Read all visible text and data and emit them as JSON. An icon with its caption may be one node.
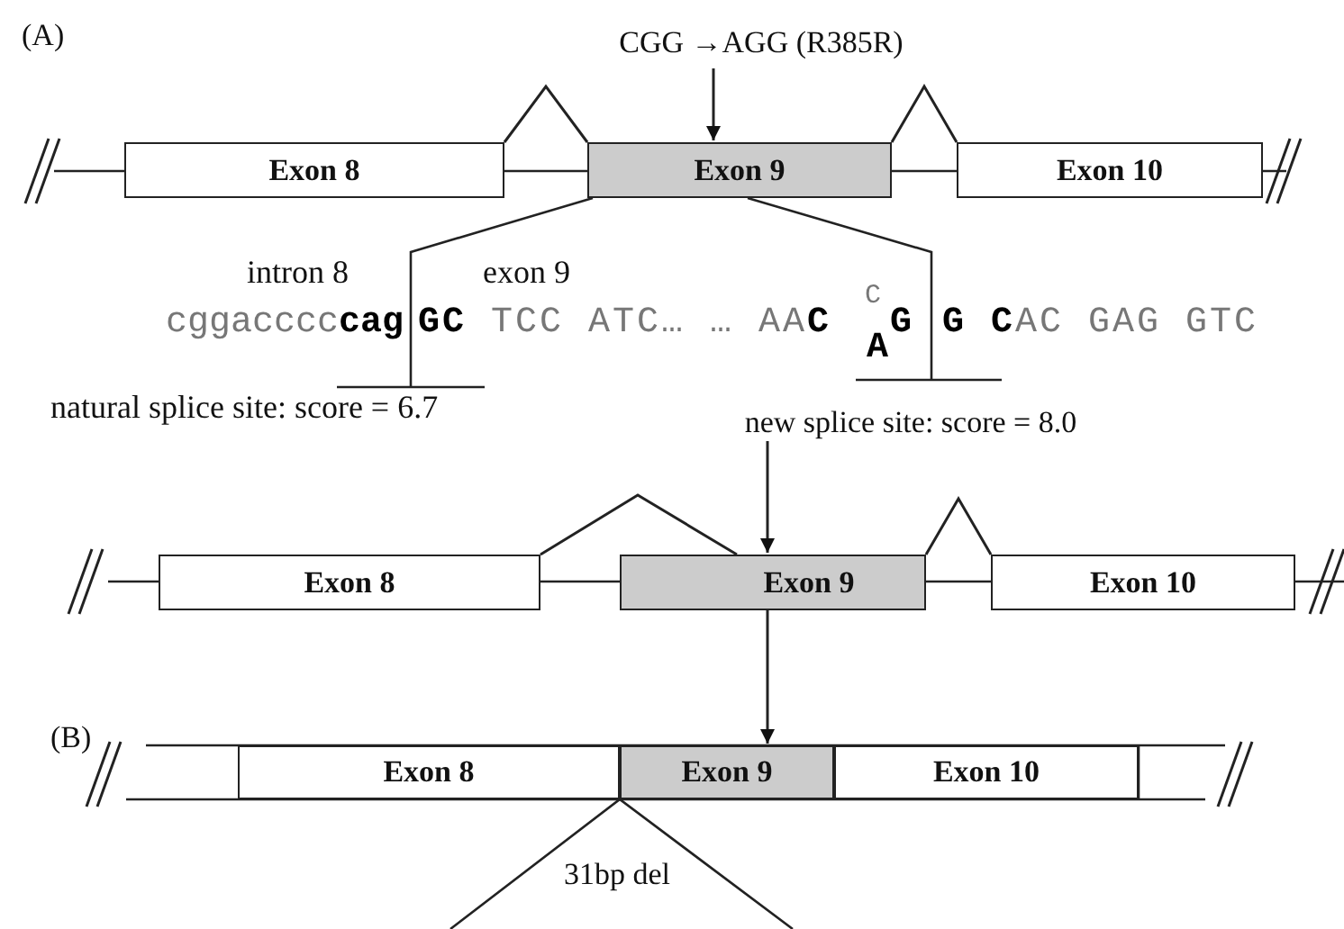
{
  "diagram": {
    "nodes": [
      {
        "text": [
          "CGG →AGG (R385R)"
        ]
      },
      {
        "text": [
          "Exon 8"
        ]
      },
      {
        "text": [
          "Exon 9"
        ]
      },
      {
        "text": [
          "Exon 10"
        ]
      },
      {
        "text": [
          "new splice site: score = 8.0"
        ]
      },
      {
        "text": [
          "Exon 8"
        ]
      },
      {
        "text": [
          "Exon 9"
        ]
      },
      {
        "text": [
          "Exon 10"
        ]
      },
      {
        "text": [
          "Exon 8"
        ]
      },
      {
        "text": [
          "Exon 9"
        ]
      },
      {
        "text": [
          "Exon 10"
        ]
      }
    ],
    "edges": [
      {
        "from": 0,
        "to": 2,
        "arrow": "to"
      },
      {
        "from": 1,
        "to": 2,
        "arrow": "none"
      },
      {
        "from": 2,
        "to": 3,
        "arrow": "none"
      },
      {
        "from": 4,
        "to": 6,
        "arrow": "to"
      },
      {
        "from": 5,
        "to": 6,
        "arrow": "none"
      },
      {
        "from": 6,
        "to": 7,
        "arrow": "none"
      },
      {
        "from": 6,
        "to": 9,
        "arrow": "to"
      }
    ],
    "labels": [
      "(A)",
      "intron 8",
      "exon 9",
      "C",
      "cggacccc**cag**",
      "**GC** TCC ATC… … AA**C**",
      "G",
      "**G C**AC GAG GTC",
      "A",
      "natural splice site: score = 6.7",
      "(B)",
      "31bp del"
    ]
  }
}
